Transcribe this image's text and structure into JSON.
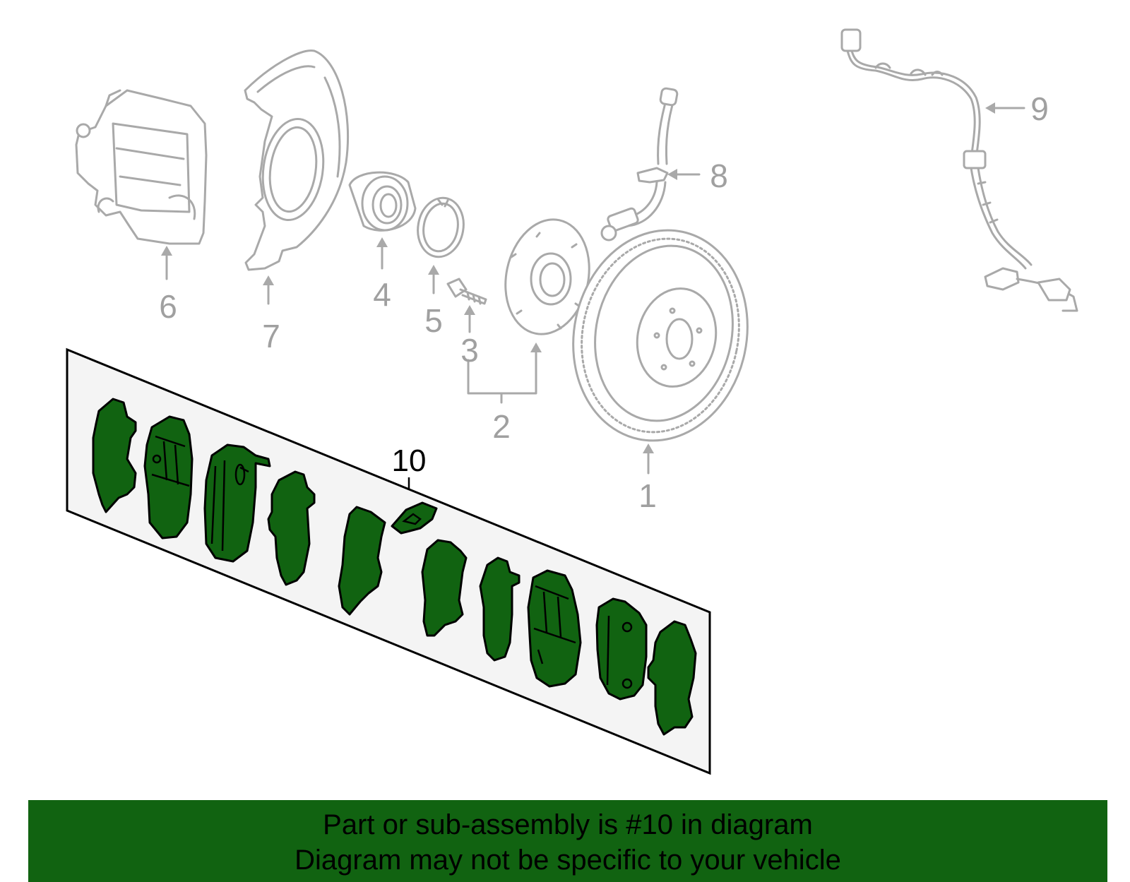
{
  "diagram": {
    "callouts": {
      "c1": "1",
      "c2": "2",
      "c3": "3",
      "c4": "4",
      "c5": "5",
      "c6": "6",
      "c7": "7",
      "c8": "8",
      "c9": "9",
      "c10": "10"
    },
    "highlight_color": "#116311",
    "outline_color": "#a9a9a9"
  },
  "banner": {
    "line1": "Part or sub-assembly is #10 in diagram",
    "line2": "Diagram may not be specific to your vehicle",
    "background": "#116311"
  }
}
